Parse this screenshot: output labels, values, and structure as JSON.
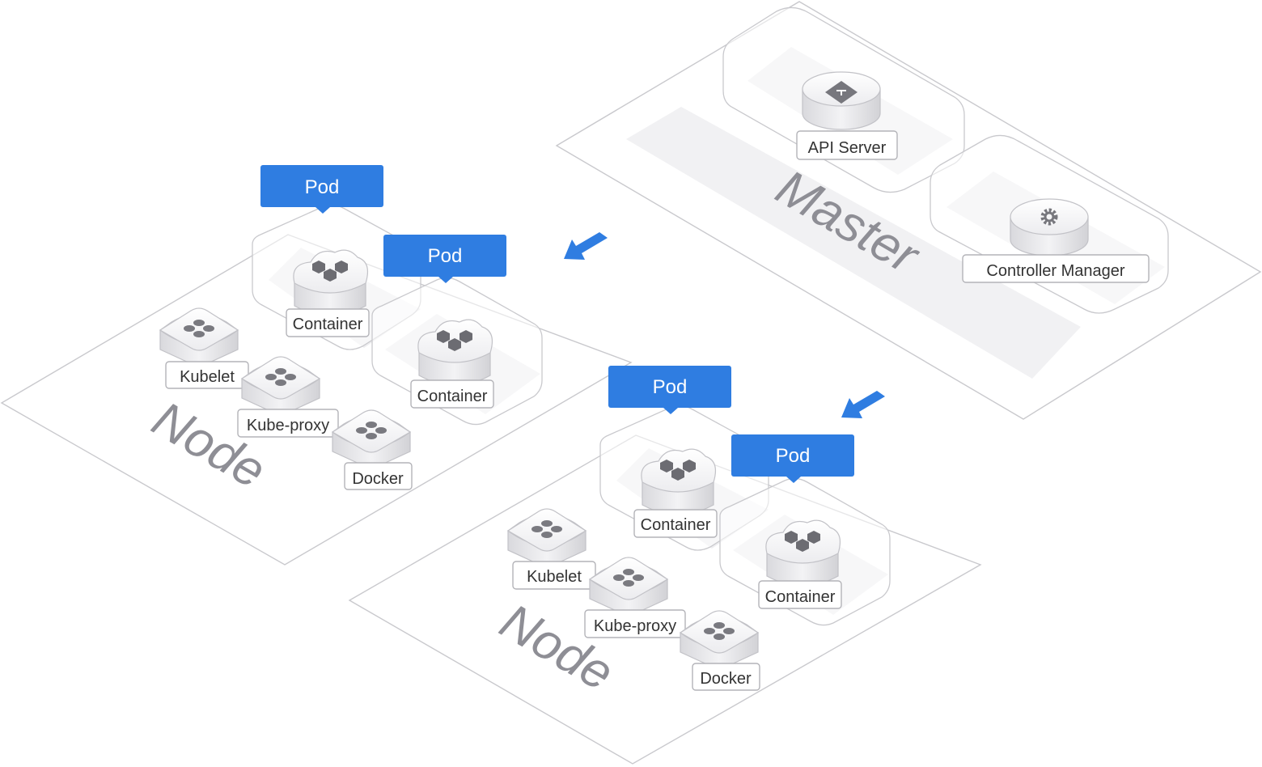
{
  "master": {
    "title": "Master",
    "components": [
      {
        "label": "API Server",
        "icon": "api-server-icon"
      },
      {
        "label": "Controller Manager",
        "icon": "gear-icon"
      }
    ]
  },
  "nodes": [
    {
      "title": "Node",
      "pods": [
        {
          "label": "Pod",
          "container": "Container"
        },
        {
          "label": "Pod",
          "container": "Container"
        }
      ],
      "components": [
        "Kubelet",
        "Kube-proxy",
        "Docker"
      ]
    },
    {
      "title": "Node",
      "pods": [
        {
          "label": "Pod",
          "container": "Container"
        },
        {
          "label": "Pod",
          "container": "Container"
        }
      ],
      "components": [
        "Kubelet",
        "Kube-proxy",
        "Docker"
      ]
    }
  ],
  "colors": {
    "pod_blue": "#2f7de1",
    "outline": "#c9c9cd",
    "label_text": "#333333",
    "title_text": "#8e8e95"
  }
}
